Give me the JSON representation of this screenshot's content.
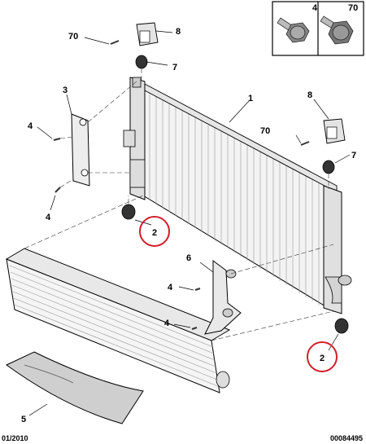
{
  "legend": {
    "left_label": "4",
    "right_label": "70"
  },
  "callouts": {
    "part_1": "1",
    "part_2_left": "2",
    "part_2_right": "2",
    "part_3": "3",
    "part_4_upper_left": "4",
    "part_4_lower_left": "4",
    "part_4_middle_upper": "4",
    "part_4_middle_lower": "4",
    "part_5": "5",
    "part_6": "6",
    "part_7_top": "7",
    "part_7_right": "7",
    "part_8_top": "8",
    "part_8_right": "8",
    "part_70_top": "70",
    "part_70_right": "70"
  },
  "footer": {
    "date": "01/2010",
    "reference": "00084495"
  },
  "colors": {
    "highlight_circle": "#d21e2a",
    "line": "#000000",
    "part_fill": "#f2f2f2"
  }
}
